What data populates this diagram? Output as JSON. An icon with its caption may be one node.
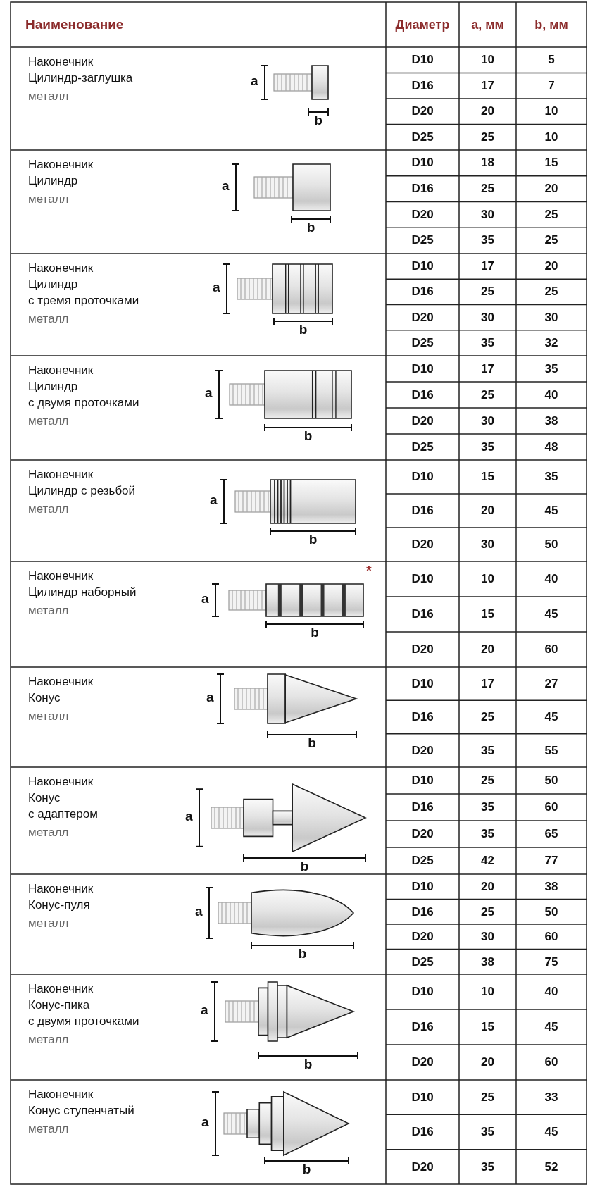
{
  "diagram": {
    "labels": [
      "Наименование",
      "Диаметр",
      "a, мм",
      "b, мм",
      "Наконечник",
      "Цилиндр-заглушка",
      "металл",
      "a",
      "b",
      "D10",
      "10",
      "5",
      "D16",
      "17",
      "7",
      "D20",
      "20",
      "10",
      "D25",
      "25",
      "10",
      "Наконечник",
      "Цилиндр",
      "металл",
      "a",
      "b",
      "D10",
      "18",
      "15",
      "D16",
      "25",
      "20",
      "D20",
      "30",
      "25",
      "D25",
      "35",
      "25",
      "Наконечник",
      "Цилиндр",
      "с тремя проточками",
      "металл",
      "a",
      "b",
      "D10",
      "17",
      "20",
      "D16",
      "25",
      "25",
      "D20",
      "30",
      "30",
      "D25",
      "35",
      "32",
      "Наконечник",
      "Цилиндр",
      "с двумя проточками",
      "металл",
      "a",
      "b",
      "D10",
      "17",
      "35",
      "D16",
      "25",
      "40",
      "D20",
      "30",
      "38",
      "D25",
      "35",
      "48",
      "Наконечник",
      "Цилиндр с резьбой",
      "металл",
      "a",
      "b",
      "D10",
      "15",
      "35",
      "D16",
      "20",
      "45",
      "D20",
      "30",
      "50",
      "Наконечник",
      "Цилиндр наборный",
      "металл",
      "a",
      "b",
      "*",
      "D10",
      "10",
      "40",
      "D16",
      "15",
      "45",
      "D20",
      "20",
      "60",
      "Наконечник",
      "Конус",
      "металл",
      "a",
      "b",
      "D10",
      "17",
      "27",
      "D16",
      "25",
      "45",
      "D20",
      "35",
      "55",
      "Наконечник",
      "Конус",
      "с адаптером",
      "металл",
      "a",
      "b",
      "D10",
      "25",
      "50",
      "D16",
      "35",
      "60",
      "D20",
      "35",
      "65",
      "D25",
      "42",
      "77",
      "Наконечник",
      "Конус-пуля",
      "металл",
      "a",
      "b",
      "D10",
      "20",
      "38",
      "D16",
      "25",
      "50",
      "D20",
      "30",
      "60",
      "D25",
      "38",
      "75",
      "Наконечник",
      "Конус-пика",
      "с двумя проточками",
      "металл",
      "a",
      "b",
      "D10",
      "10",
      "40",
      "D16",
      "15",
      "45",
      "D20",
      "20",
      "60",
      "Наконечник",
      "Конус ступенчатый",
      "металл",
      "a",
      "b",
      "D10",
      "25",
      "33",
      "D16",
      "35",
      "45",
      "D20",
      "35",
      "52"
    ]
  }
}
